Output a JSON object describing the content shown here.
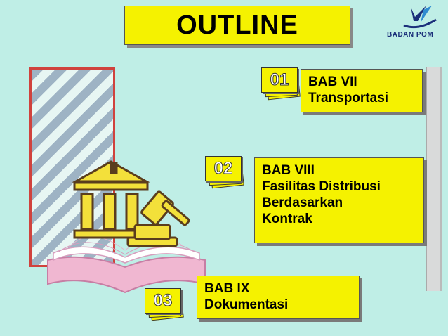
{
  "title": "OUTLINE",
  "logo": {
    "text": "BADAN POM",
    "icon": "badan-pom-logo"
  },
  "items": [
    {
      "number": "01",
      "lines": [
        "BAB VII",
        "Transportasi"
      ]
    },
    {
      "number": "02",
      "lines": [
        "BAB VIII",
        "Fasilitas Distribusi",
        "Berdasarkan",
        "Kontrak"
      ]
    },
    {
      "number": "03",
      "lines": [
        "BAB IX",
        "Dokumentasi"
      ]
    }
  ],
  "decorations": {
    "illustration": "courthouse-gavel-book-icon",
    "accent": "#f5f200",
    "background": "#bfeee6"
  }
}
